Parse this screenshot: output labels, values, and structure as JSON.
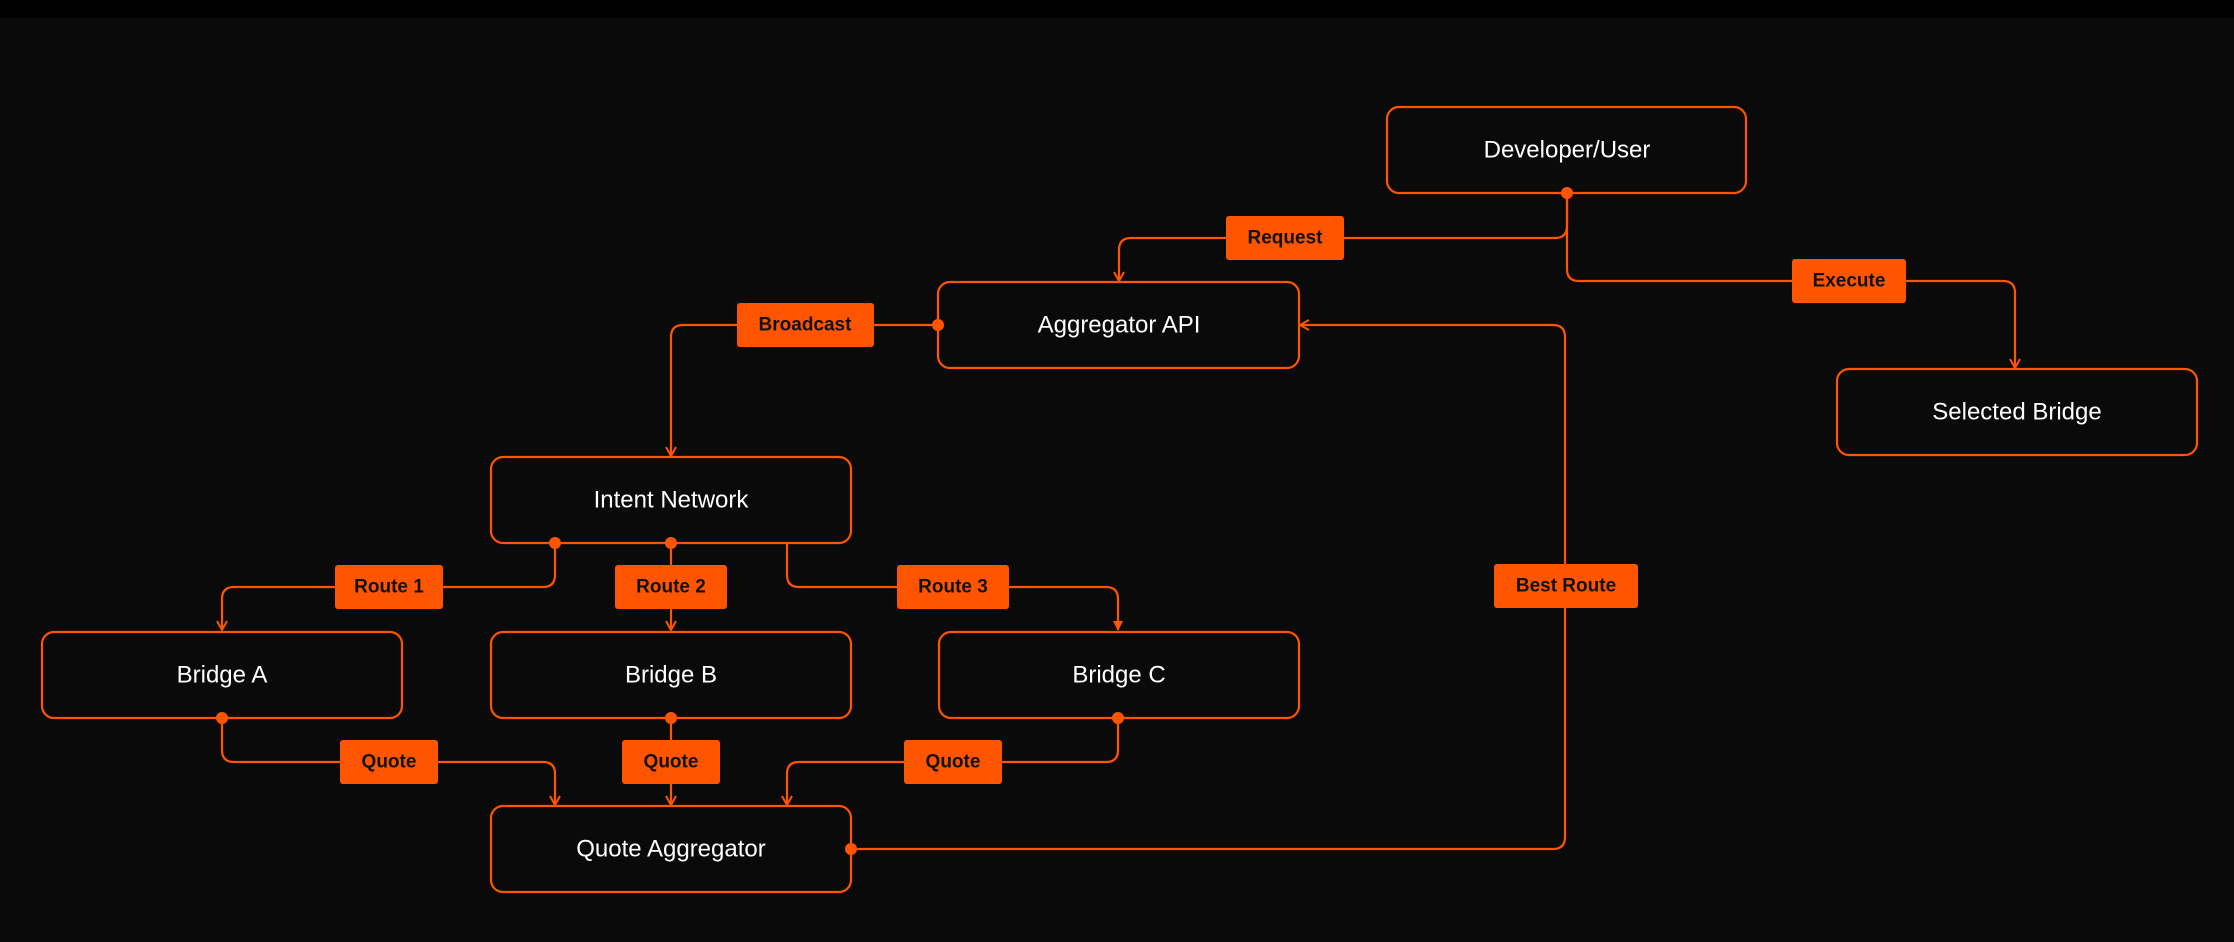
{
  "colors": {
    "background": "#0a0a0a",
    "accent": "#ff5500",
    "node_text": "#ffffff",
    "label_text": "#111111"
  },
  "nodes": {
    "developer_user": "Developer/User",
    "aggregator_api": "Aggregator API",
    "selected_bridge": "Selected Bridge",
    "intent_network": "Intent Network",
    "bridge_a": "Bridge A",
    "bridge_b": "Bridge B",
    "bridge_c": "Bridge C",
    "quote_aggregator": "Quote Aggregator"
  },
  "edges": {
    "request": "Request",
    "execute": "Execute",
    "broadcast": "Broadcast",
    "route_1": "Route 1",
    "route_2": "Route 2",
    "route_3": "Route 3",
    "best_route": "Best Route",
    "quote_a": "Quote",
    "quote_b": "Quote",
    "quote_c": "Quote"
  }
}
